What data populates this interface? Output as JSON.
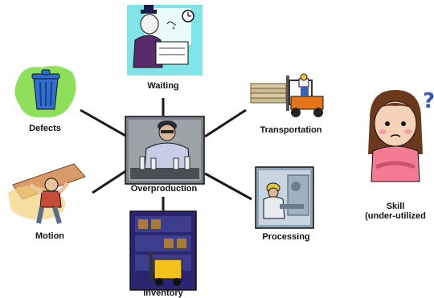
{
  "diagram": {
    "center": {
      "label": "Overproduction"
    },
    "nodes": [
      {
        "id": "waiting",
        "label": "Waiting",
        "icon": "waiting-clerk-icon"
      },
      {
        "id": "defects",
        "label": "Defects",
        "icon": "trash-can-icon"
      },
      {
        "id": "transportation",
        "label": "Transportation",
        "icon": "forklift-icon"
      },
      {
        "id": "motion",
        "label": "Motion",
        "icon": "person-carrying-board-icon"
      },
      {
        "id": "processing",
        "label": "Processing",
        "icon": "worker-at-machine-icon"
      },
      {
        "id": "inventory",
        "label": "Inventory",
        "icon": "warehouse-shelves-icon"
      }
    ],
    "extra": {
      "label_line1": "Skill",
      "label_line2": "(under-utilized",
      "icon": "confused-woman-icon"
    }
  },
  "colors": {
    "lines": "#1a1a1a",
    "accent_blue": "#2f6fd1",
    "accent_green": "#7dd13a",
    "forklift_orange": "#e8741a"
  }
}
